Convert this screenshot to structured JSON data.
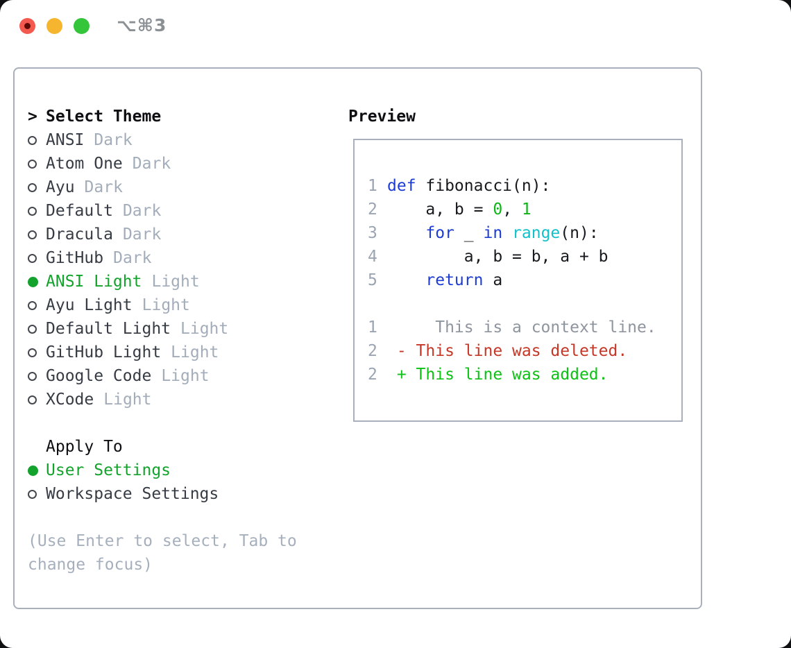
{
  "window": {
    "shortcut": "⌥⌘3"
  },
  "theme_selector": {
    "prompt": ">",
    "title": "Select Theme",
    "themes": [
      {
        "name": "ANSI",
        "variant": "Dark",
        "selected": false
      },
      {
        "name": "Atom One",
        "variant": "Dark",
        "selected": false
      },
      {
        "name": "Ayu",
        "variant": "Dark",
        "selected": false
      },
      {
        "name": "Default",
        "variant": "Dark",
        "selected": false
      },
      {
        "name": "Dracula",
        "variant": "Dark",
        "selected": false
      },
      {
        "name": "GitHub",
        "variant": "Dark",
        "selected": false
      },
      {
        "name": "ANSI Light",
        "variant": "Light",
        "selected": true
      },
      {
        "name": "Ayu Light",
        "variant": "Light",
        "selected": false
      },
      {
        "name": "Default Light",
        "variant": "Light",
        "selected": false
      },
      {
        "name": "GitHub Light",
        "variant": "Light",
        "selected": false
      },
      {
        "name": "Google Code",
        "variant": "Light",
        "selected": false
      },
      {
        "name": "XCode",
        "variant": "Light",
        "selected": false
      }
    ],
    "apply_to": {
      "title": "Apply To",
      "options": [
        {
          "label": "User Settings",
          "selected": true
        },
        {
          "label": "Workspace Settings",
          "selected": false
        }
      ]
    },
    "hint": "(Use Enter to select, Tab to change focus)"
  },
  "preview": {
    "title": "Preview",
    "code_lines": [
      {
        "num": "1",
        "tokens": [
          [
            "kw",
            "def"
          ],
          [
            "plain",
            " fibonacci(n):"
          ]
        ]
      },
      {
        "num": "2",
        "tokens": [
          [
            "plain",
            "    a, b = "
          ],
          [
            "num",
            "0"
          ],
          [
            "plain",
            ", "
          ],
          [
            "num",
            "1"
          ]
        ]
      },
      {
        "num": "3",
        "tokens": [
          [
            "plain",
            "    "
          ],
          [
            "kw",
            "for"
          ],
          [
            "plain",
            " _ "
          ],
          [
            "kw",
            "in"
          ],
          [
            "plain",
            " "
          ],
          [
            "fn",
            "range"
          ],
          [
            "plain",
            "(n):"
          ]
        ]
      },
      {
        "num": "4",
        "tokens": [
          [
            "plain",
            "        a, b = b, a + b"
          ]
        ]
      },
      {
        "num": "5",
        "tokens": [
          [
            "plain",
            "    "
          ],
          [
            "kw",
            "return"
          ],
          [
            "plain",
            " a"
          ]
        ]
      },
      {
        "num": "",
        "tokens": []
      },
      {
        "num": "1",
        "tokens": [
          [
            "ctx",
            "     This is a context line."
          ]
        ]
      },
      {
        "num": "2",
        "tokens": [
          [
            "del",
            " - This line was deleted."
          ]
        ]
      },
      {
        "num": "2",
        "tokens": [
          [
            "add",
            " + This line was added."
          ]
        ]
      }
    ]
  },
  "colors": {
    "selection_green": "#13a32c",
    "keyword_blue": "#1d3cd4",
    "function_cyan": "#12c0c9",
    "number_green": "#0db516",
    "diff_deleted_red": "#c53726",
    "diff_added_green": "#0dc115",
    "secondary_gray": "#a3adba",
    "line_number_gray": "#9aa4b2",
    "panel_border_gray": "#a9b0bb",
    "traffic_red": "#f4594f",
    "traffic_yellow": "#f5b52e",
    "traffic_green": "#34c53a"
  }
}
